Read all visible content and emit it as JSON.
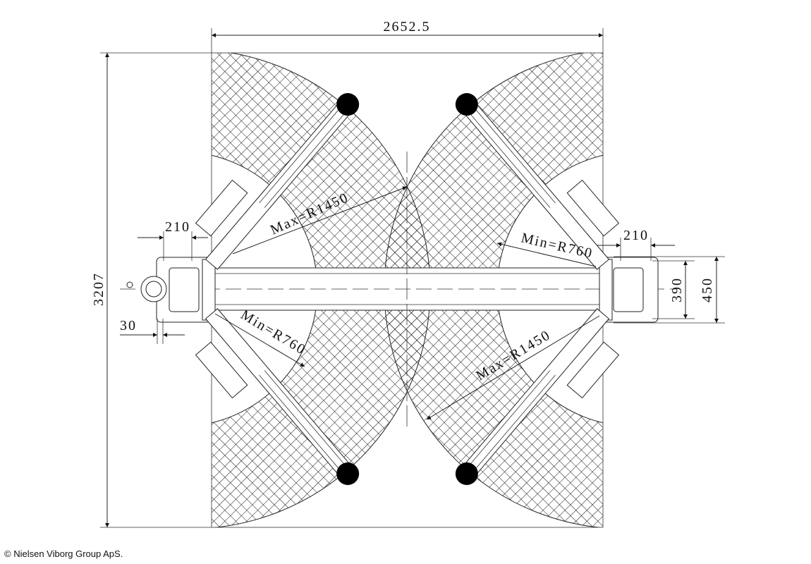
{
  "drawing": {
    "overall_width": "2652.5",
    "overall_length": "3207",
    "left_post_width": "210",
    "left_offset": "30",
    "right_post_width": "210",
    "right_inner_depth": "390",
    "right_outer_depth": "450",
    "max_radius_left": "Max=R1450",
    "min_radius_left": "Min=R760",
    "max_radius_right": "Max=R1450",
    "min_radius_right": "Min=R760"
  },
  "footer": {
    "copyright": "© Nielsen Viborg Group ApS."
  },
  "colors": {
    "line": "#222222",
    "hatch": "#111111",
    "pad": "#000000"
  }
}
